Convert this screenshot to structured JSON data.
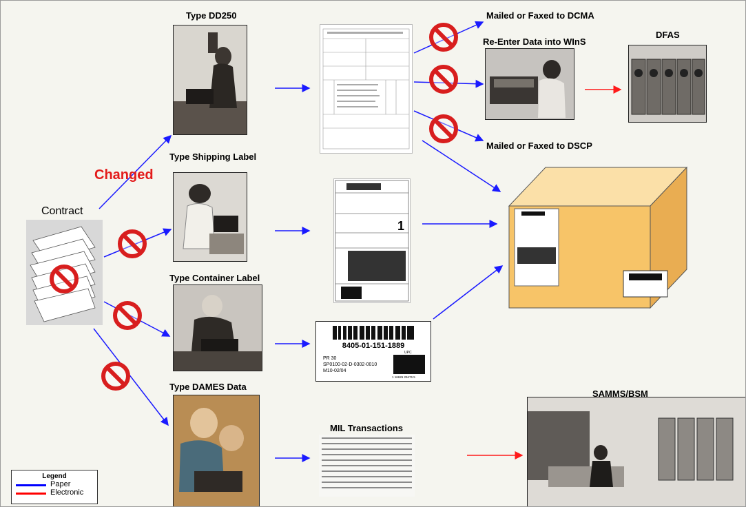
{
  "labels": {
    "type_dd250": "Type DD250",
    "mailed_dcma": "Mailed or Faxed to DCMA",
    "reenter_wins": "Re-Enter Data into WInS",
    "dfas": "DFAS",
    "mailed_dscp": "Mailed or Faxed to DSCP",
    "changed": "Changed",
    "type_shipping_label": "Type Shipping Label",
    "contract": "Contract",
    "type_container_label": "Type Container Label",
    "type_dames_data": "Type DAMES Data",
    "mil_transactions": "MIL Transactions",
    "samms_bsm": "SAMMS/BSM"
  },
  "container_label": {
    "nsn": "8405-01-151-1889",
    "pr": "PR  30",
    "contract_no": "SP0100-02-D-0302-0010",
    "code": "M10-02/04",
    "upc": "UPC",
    "upc_digits": "1   16626  29476   5"
  },
  "shipping_label": {
    "number": "1"
  },
  "legend": {
    "title": "Legend",
    "items": [
      {
        "label": "Paper",
        "color": "#0000ff"
      },
      {
        "label": "Electronic",
        "color": "#ff0000"
      }
    ]
  },
  "colors": {
    "paper_arrow": "#1a1aff",
    "electronic_arrow": "#ff1a1a",
    "no_symbol": "#d81e1e",
    "box_fill": "#f7c468"
  }
}
